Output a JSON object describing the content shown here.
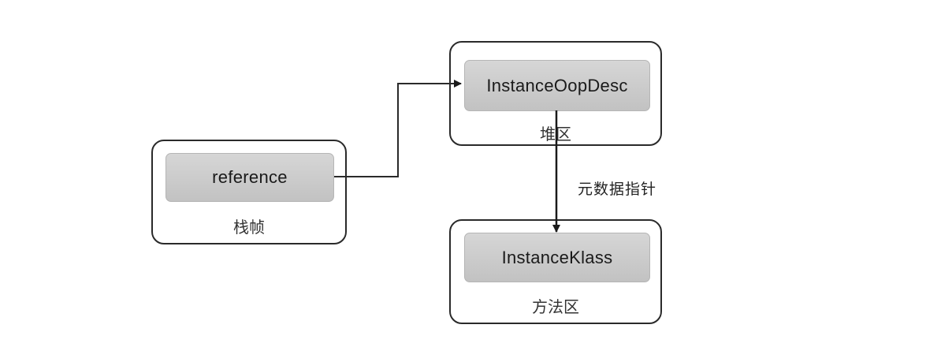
{
  "diagram": {
    "nodes": {
      "stack_frame": {
        "region_label": "栈帧",
        "item_label": "reference"
      },
      "heap": {
        "region_label": "堆区",
        "item_label": "InstanceOopDesc"
      },
      "method_area": {
        "region_label": "方法区",
        "item_label": "InstanceKlass"
      }
    },
    "edges": [
      {
        "from": "reference",
        "to": "InstanceOopDesc",
        "label": ""
      },
      {
        "from": "InstanceOopDesc",
        "to": "InstanceKlass",
        "label": "元数据指针"
      }
    ],
    "colors": {
      "container_border": "#2a2a2a",
      "inner_fill": "#cccccc",
      "arrow": "#1a1a1a"
    }
  }
}
